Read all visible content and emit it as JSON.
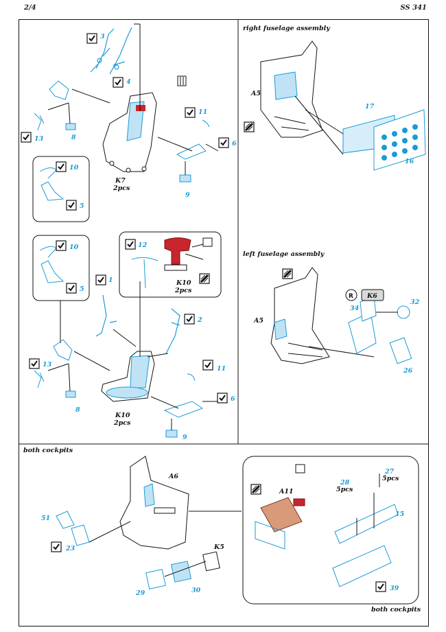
{
  "header": {
    "left": "2/4",
    "right": "SS 341"
  },
  "sections": {
    "right_fuselage": "right fuselage assembly",
    "left_fuselage": "left fuselage assembly",
    "both_cockpits_top": "both cockpits",
    "both_cockpits_bottom": "both cockpits"
  },
  "labels": {
    "p3": "3",
    "p4": "4",
    "p13a": "13",
    "p8a": "8",
    "p10a": "10",
    "p5a": "5",
    "k7": "K7",
    "k7pcs": "2pcs",
    "p11a": "11",
    "p6a": "6",
    "p9a": "9",
    "p10b": "10",
    "p5b": "5",
    "p12": "12",
    "k10a": "K10",
    "k10apcs": "2pcs",
    "p1": "1",
    "p2": "2",
    "p13b": "13",
    "p8b": "8",
    "k10b": "K10",
    "k10bpcs": "2pcs",
    "p11b": "11",
    "p6b": "6",
    "p9b": "9",
    "a5r": "A5",
    "p17": "17",
    "p16": "16",
    "a5l": "A5",
    "k6": "K6",
    "p34": "34",
    "p32": "32",
    "p26": "26",
    "a6": "A6",
    "p51": "51",
    "p23": "23",
    "k5": "K5",
    "p29": "29",
    "p30": "30",
    "a11": "A11",
    "p28": "28",
    "p28pcs": "5pcs",
    "p27": "27",
    "p27pcs": "5pcs",
    "p15": "15",
    "p39": "39"
  },
  "colors": {
    "etch_blue": "#1a9ad6",
    "line": "#111111",
    "accent_red": "#c8262c",
    "copper": "#d99a7a"
  }
}
